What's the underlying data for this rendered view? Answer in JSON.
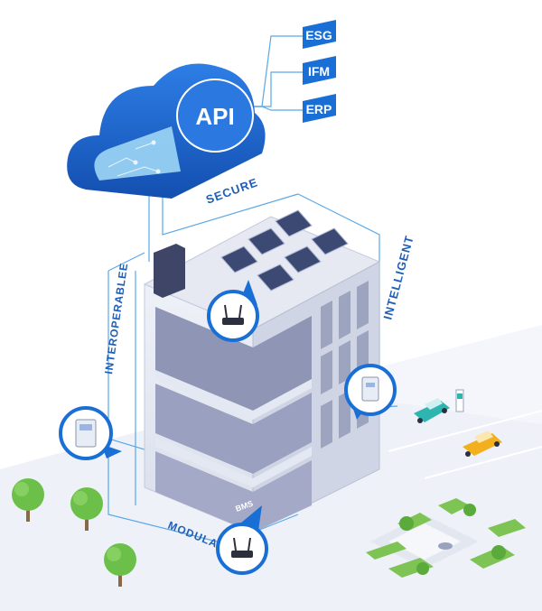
{
  "cloud": {
    "label": "API"
  },
  "systems": [
    {
      "label": "ESG"
    },
    {
      "label": "IFM"
    },
    {
      "label": "ERP"
    }
  ],
  "labels": {
    "secure": "SECURE",
    "intelligent": "INTELLIGENT",
    "interoperable": "INTEROPERABLEE",
    "modular": "MODULAR",
    "bms": "BMS"
  },
  "colors": {
    "accent": "#1a6fd6",
    "cloud_dark": "#1d5fc4",
    "cloud_light": "#9fd6f5",
    "building_wall": "#e4e8f2",
    "building_side": "#c9cfdf",
    "ground": "#eef1f8",
    "car_teal": "#2fb5b0",
    "car_yellow": "#f2b01e",
    "tree_green": "#6cc04a"
  }
}
